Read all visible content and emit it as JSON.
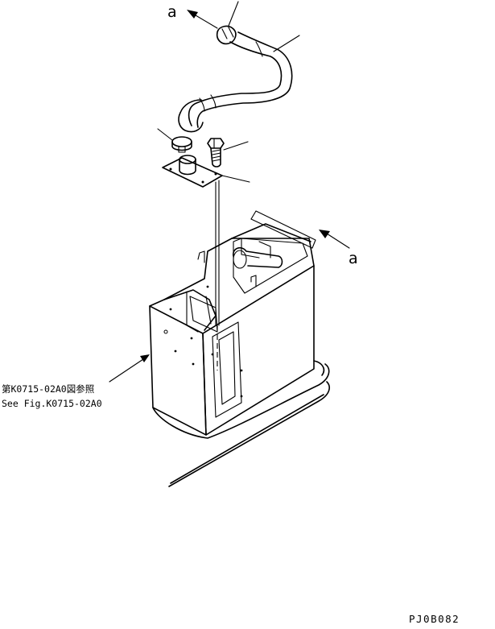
{
  "labels": {
    "arrow_top": "a",
    "arrow_right": "a",
    "ref_jp": "第K0715-02A0図参照",
    "ref_en": "See Fig.K0715-02A0",
    "drawing_code": "PJ0B082"
  }
}
